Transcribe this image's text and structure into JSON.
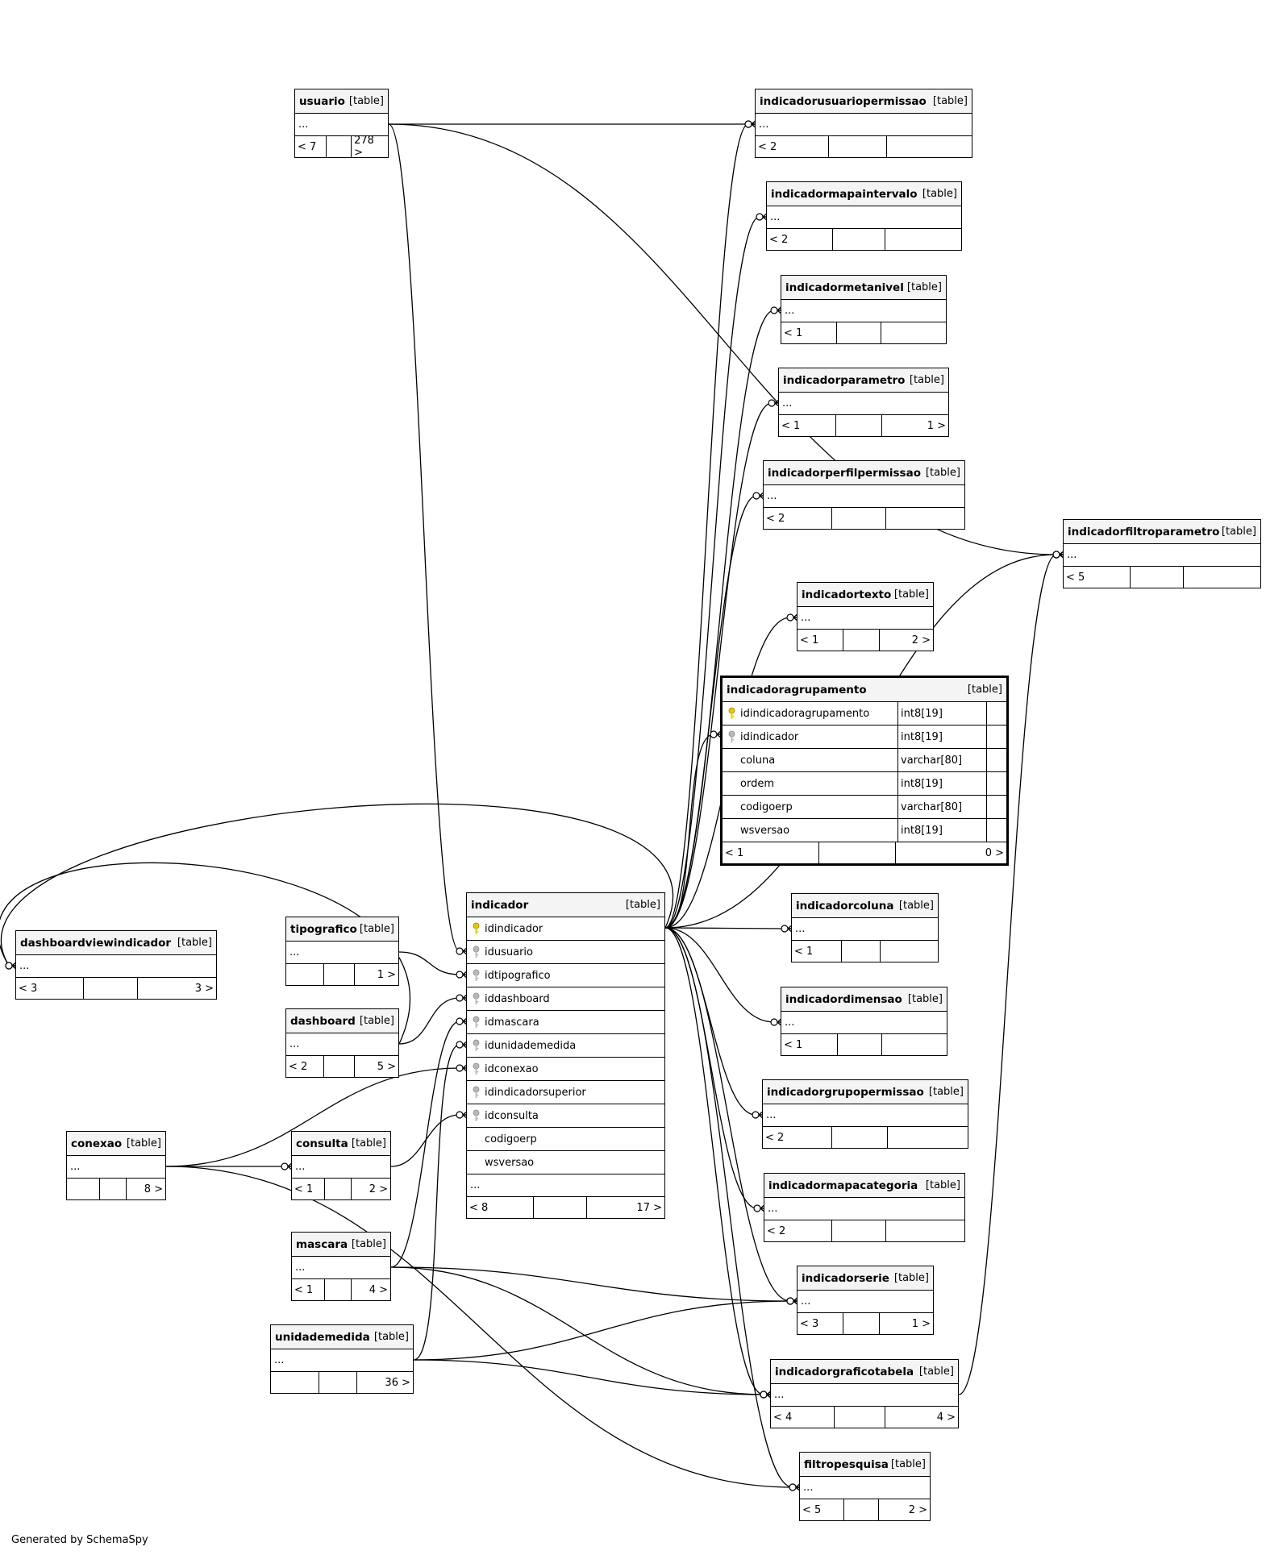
{
  "footer_text": "Generated by SchemaSpy",
  "tables": {
    "usuario": {
      "name": "usuario",
      "type": "[table]",
      "ellipsis": "...",
      "foot": [
        "< 7",
        "",
        "278 >"
      ]
    },
    "indicadorusuariopermissao": {
      "name": "indicadorusuariopermissao",
      "type": "[table]",
      "ellipsis": "...",
      "foot": [
        "< 2",
        "",
        ""
      ]
    },
    "indicadormapaintervalo": {
      "name": "indicadormapaintervalo",
      "type": "[table]",
      "ellipsis": "...",
      "foot": [
        "< 2",
        "",
        ""
      ]
    },
    "indicadormetanivel": {
      "name": "indicadormetanivel",
      "type": "[table]",
      "ellipsis": "...",
      "foot": [
        "< 1",
        "",
        ""
      ]
    },
    "indicadorparametro": {
      "name": "indicadorparametro",
      "type": "[table]",
      "ellipsis": "...",
      "foot": [
        "< 1",
        "",
        "1 >"
      ]
    },
    "indicadorperfilpermissao": {
      "name": "indicadorperfilpermissao",
      "type": "[table]",
      "ellipsis": "...",
      "foot": [
        "< 2",
        "",
        ""
      ]
    },
    "indicadorfiltroparametro": {
      "name": "indicadorfiltroparametro",
      "type": "[table]",
      "ellipsis": "...",
      "foot": [
        "< 5",
        "",
        ""
      ]
    },
    "indicadortexto": {
      "name": "indicadortexto",
      "type": "[table]",
      "ellipsis": "...",
      "foot": [
        "< 1",
        "",
        "2 >"
      ]
    },
    "dashboardviewindicador": {
      "name": "dashboardviewindicador",
      "type": "[table]",
      "ellipsis": "...",
      "foot": [
        "< 3",
        "",
        "3 >"
      ]
    },
    "tipografico": {
      "name": "tipografico",
      "type": "[table]",
      "ellipsis": "...",
      "foot": [
        "",
        "",
        "1 >"
      ]
    },
    "dashboard": {
      "name": "dashboard",
      "type": "[table]",
      "ellipsis": "...",
      "foot": [
        "< 2",
        "",
        "5 >"
      ]
    },
    "indicadorcoluna": {
      "name": "indicadorcoluna",
      "type": "[table]",
      "ellipsis": "...",
      "foot": [
        "< 1",
        "",
        ""
      ]
    },
    "indicadordimensao": {
      "name": "indicadordimensao",
      "type": "[table]",
      "ellipsis": "...",
      "foot": [
        "< 1",
        "",
        ""
      ]
    },
    "conexao": {
      "name": "conexao",
      "type": "[table]",
      "ellipsis": "...",
      "foot": [
        "",
        "",
        "8 >"
      ]
    },
    "consulta": {
      "name": "consulta",
      "type": "[table]",
      "ellipsis": "...",
      "foot": [
        "< 1",
        "",
        "2 >"
      ]
    },
    "indicadorgrupopermissao": {
      "name": "indicadorgrupopermissao",
      "type": "[table]",
      "ellipsis": "...",
      "foot": [
        "< 2",
        "",
        ""
      ]
    },
    "indicadormapacategoria": {
      "name": "indicadormapacategoria",
      "type": "[table]",
      "ellipsis": "...",
      "foot": [
        "< 2",
        "",
        ""
      ]
    },
    "mascara": {
      "name": "mascara",
      "type": "[table]",
      "ellipsis": "...",
      "foot": [
        "< 1",
        "",
        "4 >"
      ]
    },
    "indicadorserie": {
      "name": "indicadorserie",
      "type": "[table]",
      "ellipsis": "...",
      "foot": [
        "< 3",
        "",
        "1 >"
      ]
    },
    "unidademedida": {
      "name": "unidademedida",
      "type": "[table]",
      "ellipsis": "...",
      "foot": [
        "",
        "",
        "36 >"
      ]
    },
    "indicadorgraficotabela": {
      "name": "indicadorgraficotabela",
      "type": "[table]",
      "ellipsis": "...",
      "foot": [
        "< 4",
        "",
        "4 >"
      ]
    },
    "filtropesquisa": {
      "name": "filtropesquisa",
      "type": "[table]",
      "ellipsis": "...",
      "foot": [
        "< 5",
        "",
        "2 >"
      ]
    }
  },
  "indicador": {
    "name": "indicador",
    "type": "[table]",
    "columns": [
      {
        "name": "idindicador",
        "key": "primary"
      },
      {
        "name": "idusuario",
        "key": "foreign"
      },
      {
        "name": "idtipografico",
        "key": "foreign"
      },
      {
        "name": "iddashboard",
        "key": "foreign"
      },
      {
        "name": "idmascara",
        "key": "foreign"
      },
      {
        "name": "idunidademedida",
        "key": "foreign"
      },
      {
        "name": "idconexao",
        "key": "foreign"
      },
      {
        "name": "idindicadorsuperior",
        "key": "foreign"
      },
      {
        "name": "idconsulta",
        "key": "foreign"
      },
      {
        "name": "codigoerp",
        "key": ""
      },
      {
        "name": "wsversao",
        "key": ""
      }
    ],
    "ellipsis": "...",
    "foot": [
      "< 8",
      "",
      "17 >"
    ]
  },
  "indicadoragrupamento": {
    "name": "indicadoragrupamento",
    "type": "[table]",
    "columns": [
      {
        "name": "idindicadoragrupamento",
        "type": "int8[19]",
        "key": "primary"
      },
      {
        "name": "idindicador",
        "type": "int8[19]",
        "key": "foreign"
      },
      {
        "name": "coluna",
        "type": "varchar[80]",
        "key": ""
      },
      {
        "name": "ordem",
        "type": "int8[19]",
        "key": ""
      },
      {
        "name": "codigoerp",
        "type": "varchar[80]",
        "key": ""
      },
      {
        "name": "wsversao",
        "type": "int8[19]",
        "key": ""
      }
    ],
    "foot": [
      "< 1",
      "",
      "0 >"
    ]
  },
  "relationships": [
    [
      "usuario",
      "indicadorusuariopermissao"
    ],
    [
      "usuario",
      "indicadorfiltroparametro"
    ],
    [
      "usuario",
      "indicador"
    ],
    [
      "indicador",
      "indicadorusuariopermissao"
    ],
    [
      "indicador",
      "indicadormapaintervalo"
    ],
    [
      "indicador",
      "indicadormetanivel"
    ],
    [
      "indicador",
      "indicadorparametro"
    ],
    [
      "indicador",
      "indicadorperfilpermissao"
    ],
    [
      "indicador",
      "indicadorfiltroparametro"
    ],
    [
      "indicador",
      "indicadortexto"
    ],
    [
      "indicador",
      "indicadoragrupamento"
    ],
    [
      "indicador",
      "indicadorcoluna"
    ],
    [
      "indicador",
      "indicadordimensao"
    ],
    [
      "indicador",
      "indicadorgrupopermissao"
    ],
    [
      "indicador",
      "indicadormapacategoria"
    ],
    [
      "indicador",
      "indicadorserie"
    ],
    [
      "indicador",
      "indicadorgraficotabela"
    ],
    [
      "indicador",
      "filtropesquisa"
    ],
    [
      "indicador",
      "dashboardviewindicador"
    ],
    [
      "tipografico",
      "indicador"
    ],
    [
      "dashboard",
      "indicador"
    ],
    [
      "dashboard",
      "dashboardviewindicador"
    ],
    [
      "conexao",
      "indicador"
    ],
    [
      "conexao",
      "consulta"
    ],
    [
      "conexao",
      "filtropesquisa"
    ],
    [
      "consulta",
      "indicador"
    ],
    [
      "mascara",
      "indicador"
    ],
    [
      "mascara",
      "indicadorserie"
    ],
    [
      "mascara",
      "indicadorgraficotabela"
    ],
    [
      "unidademedida",
      "indicador"
    ],
    [
      "unidademedida",
      "indicadorserie"
    ],
    [
      "unidademedida",
      "indicadorgraficotabela"
    ],
    [
      "indicadorgraficotabela",
      "indicadorfiltroparametro"
    ]
  ]
}
